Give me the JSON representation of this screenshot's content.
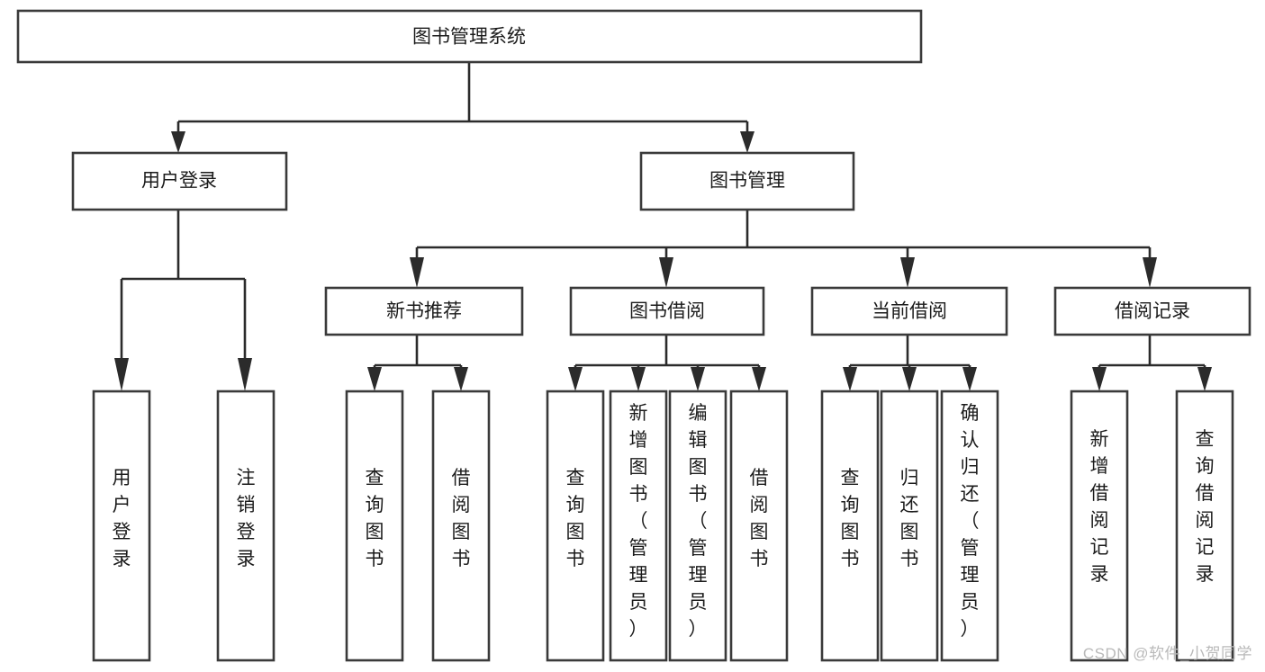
{
  "diagram": {
    "type": "tree-hierarchy",
    "orientation": "top-down",
    "title": "图书管理系统",
    "root": {
      "id": "root",
      "label": "图书管理系统"
    },
    "level2": [
      {
        "id": "user-login",
        "label": "用户登录"
      },
      {
        "id": "book-manage",
        "label": "图书管理"
      }
    ],
    "level3": [
      {
        "id": "new-book-rec",
        "label": "新书推荐",
        "parent": "book-manage"
      },
      {
        "id": "book-borrow",
        "label": "图书借阅",
        "parent": "book-manage"
      },
      {
        "id": "current-borrow",
        "label": "当前借阅",
        "parent": "book-manage"
      },
      {
        "id": "borrow-record",
        "label": "借阅记录",
        "parent": "book-manage"
      }
    ],
    "leaves": {
      "user_login": [
        {
          "id": "leaf-user-login",
          "label": "用户登录"
        },
        {
          "id": "leaf-logout",
          "label": "注销登录"
        }
      ],
      "new_book_rec": [
        {
          "id": "leaf-query-book-1",
          "label": "查询图书"
        },
        {
          "id": "leaf-borrow-book-1",
          "label": "借阅图书"
        }
      ],
      "book_borrow": [
        {
          "id": "leaf-query-book-2",
          "label": "查询图书"
        },
        {
          "id": "leaf-add-book",
          "label": "新增图书（管理员）"
        },
        {
          "id": "leaf-edit-book",
          "label": "编辑图书（管理员）"
        },
        {
          "id": "leaf-borrow-book-2",
          "label": "借阅图书"
        }
      ],
      "current_borrow": [
        {
          "id": "leaf-query-book-3",
          "label": "查询图书"
        },
        {
          "id": "leaf-return-book",
          "label": "归还图书"
        },
        {
          "id": "leaf-confirm-return",
          "label": "确认归还（管理员）"
        }
      ],
      "borrow_record": [
        {
          "id": "leaf-add-record",
          "label": "新增借阅记录"
        },
        {
          "id": "leaf-query-record",
          "label": "查询借阅记录"
        }
      ]
    },
    "colors": {
      "box_stroke": "#3a3a3a",
      "edge": "#2b2b2b",
      "text": "#1b1b1b",
      "background": "#ffffff",
      "watermark": "#b9b9b9"
    }
  },
  "watermark": {
    "text": "CSDN @软件_小贺同学"
  }
}
